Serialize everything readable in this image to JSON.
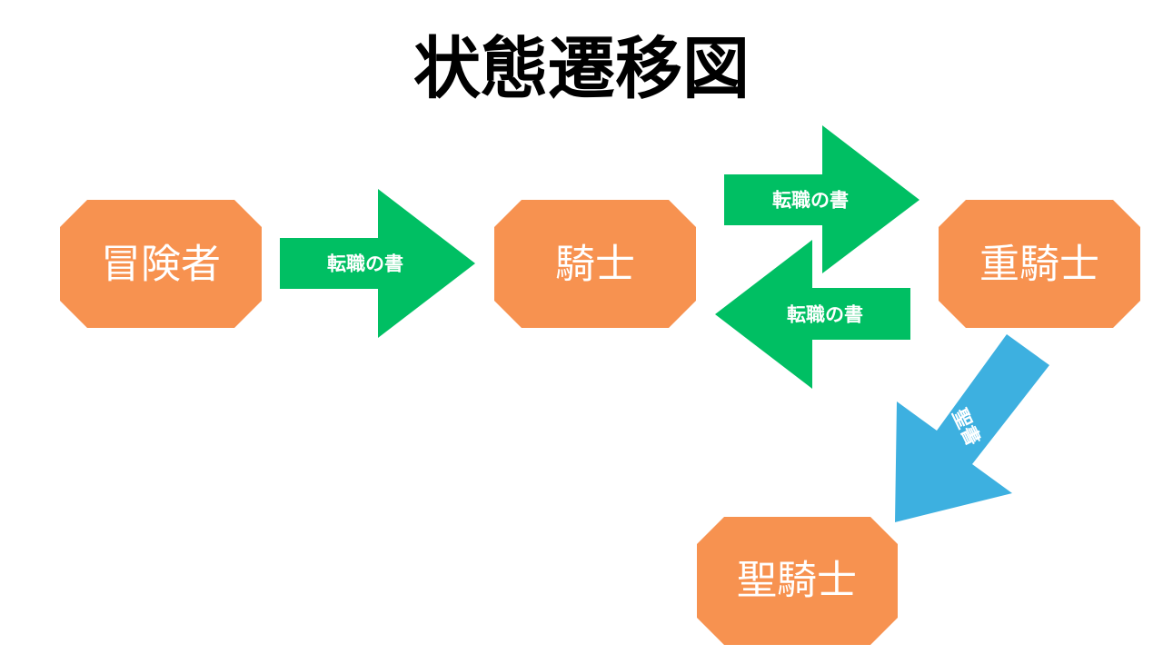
{
  "title": "状態遷移図",
  "colors": {
    "state_fill": "#F79250",
    "transition_arrow": "#00BF63",
    "special_arrow": "#3DB0E0",
    "text_on_shape": "#FFFFFF"
  },
  "states": [
    {
      "id": "adventurer",
      "label": "冒険者"
    },
    {
      "id": "knight",
      "label": "騎士"
    },
    {
      "id": "heavy_knight",
      "label": "重騎士"
    },
    {
      "id": "holy_knight",
      "label": "聖騎士"
    }
  ],
  "transitions": [
    {
      "from": "adventurer",
      "to": "knight",
      "label": "転職の書"
    },
    {
      "from": "knight",
      "to": "heavy_knight",
      "label": "転職の書"
    },
    {
      "from": "heavy_knight",
      "to": "knight",
      "label": "転職の書"
    },
    {
      "from": "heavy_knight",
      "to": "holy_knight",
      "label": "聖書"
    }
  ]
}
